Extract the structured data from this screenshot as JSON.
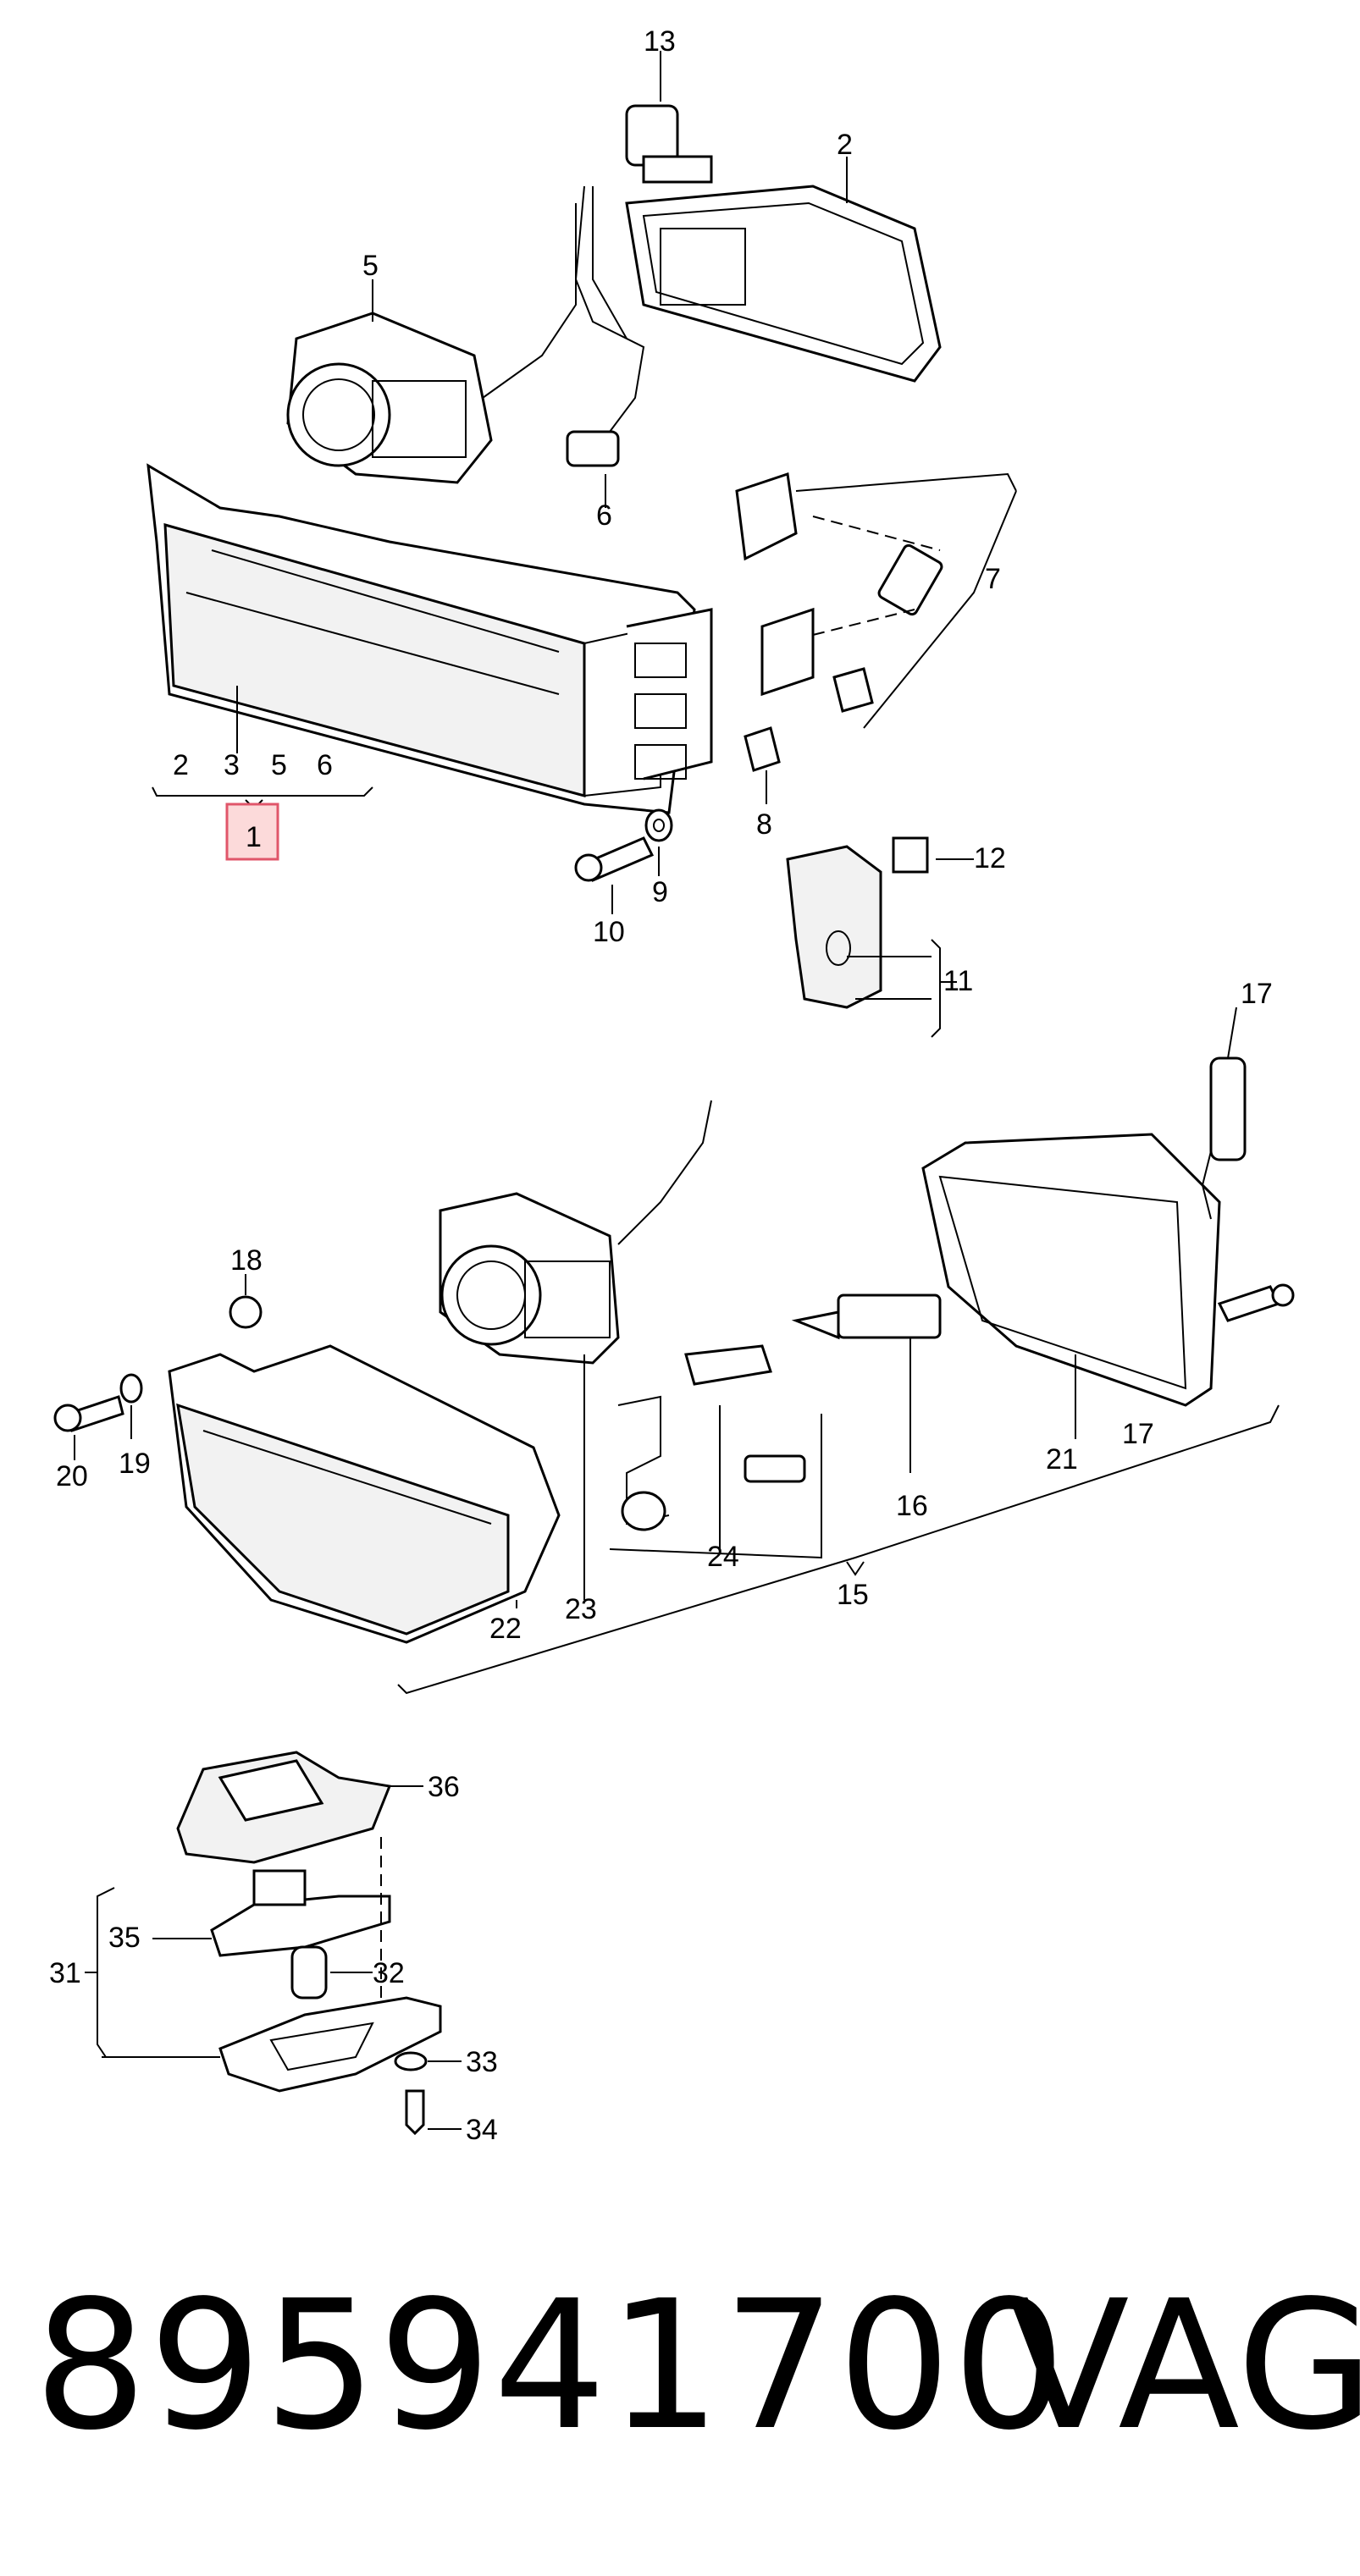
{
  "diagram": {
    "callouts": {
      "c1": "1",
      "c2a": "2",
      "c3": "3",
      "c5a": "5",
      "c6a": "6",
      "c2": "2",
      "c5": "5",
      "c6": "6",
      "c7": "7",
      "c8": "8",
      "c9": "9",
      "c10": "10",
      "c11": "11",
      "c12": "12",
      "c13": "13",
      "c15": "15",
      "c16": "16",
      "c17a": "17",
      "c17b": "17",
      "c18": "18",
      "c19": "19",
      "c20": "20",
      "c21": "21",
      "c22": "22",
      "c23": "23",
      "c24": "24",
      "c31": "31",
      "c32": "32",
      "c33": "33",
      "c34": "34",
      "c35": "35",
      "c36": "36"
    },
    "highlighted_callout": "1",
    "highlight_color": "#fcdada"
  },
  "footer": {
    "part_number": "895941700",
    "brand": "VAG"
  }
}
